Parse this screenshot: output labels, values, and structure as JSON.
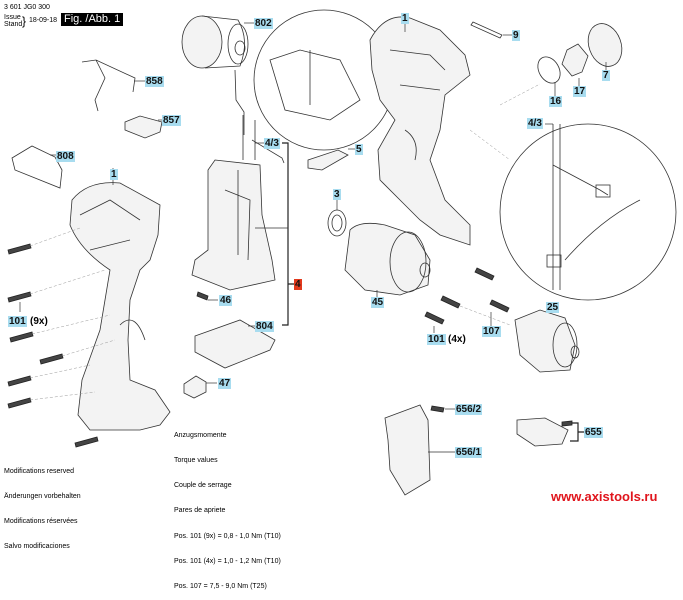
{
  "header": {
    "part_number": "3 601 JG0 300",
    "issue_label": "Issue",
    "stand_label": "Stand",
    "date": "18-09-18",
    "figure": "Fig. /Abb. 1"
  },
  "parts": {
    "p802": "802",
    "p858": "858",
    "p857": "857",
    "p808": "808",
    "p1_left": "1",
    "p1_top": "1",
    "p9": "9",
    "p7": "7",
    "p17": "17",
    "p16": "16",
    "p43_left": "4/3",
    "p43_right": "4/3",
    "p5": "5",
    "p3": "3",
    "p4": "4",
    "p46": "46",
    "p804": "804",
    "p47": "47",
    "p45": "45",
    "p25": "25",
    "p107": "107",
    "p101_left": "101",
    "p101_left_qty": "(9x)",
    "p101_right": "101",
    "p101_right_qty": "(4x)",
    "p656_2": "656/2",
    "p656_1": "656/1",
    "p655": "655"
  },
  "colors": {
    "label_bg": "#a8dcef",
    "assembly_label_bg": "#e2391c",
    "url_color": "#e0141c"
  },
  "torque": {
    "lines": [
      "Anzugsmomente",
      "Torque values",
      "Couple de serrage",
      "Pares de apriete",
      "Pos. 101 (9x) = 0,8 - 1,0 Nm (T10)",
      "Pos. 101 (4x) = 1,0 - 1,2 Nm (T10)",
      "Pos. 107 = 7,5 - 9,0 Nm (T25)"
    ]
  },
  "modifications": {
    "lines": [
      "Modifications reserved",
      "Änderungen vorbehalten",
      "Modifications réservées",
      "Salvo modificaciones"
    ]
  },
  "watermark": "www.axistools.ru"
}
